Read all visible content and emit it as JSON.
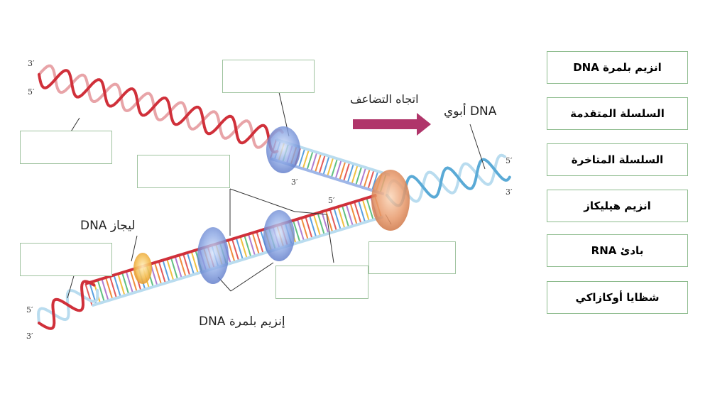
{
  "labels": {
    "direction": "اتجاه التضاعف",
    "parent_dna": "DNA أبوي",
    "ligase": "ليجاز DNA",
    "polymerase": "إنزيم بلمرة DNA"
  },
  "strand_ends": {
    "three_prime": "3′",
    "five_prime": "5′"
  },
  "cards": [
    "انزيم بلمرة  DNA",
    "السلسلة المتقدمة",
    "السلسلة المتاخرة",
    "انزيم هيليكاز",
    "بادئ  RNA",
    "شظايا أوكازاكي"
  ],
  "colors": {
    "strand_red": "#d0303a",
    "strand_pink": "#e8a4a8",
    "strand_blue": "#5aaad6",
    "strand_lightblue": "#b9dcef",
    "polymerase": "#6f8fd6",
    "helicase": "#e08a5a",
    "ligase": "#f1b24a",
    "arrow": "#b0356a",
    "drop_border": "#9fc39f"
  }
}
